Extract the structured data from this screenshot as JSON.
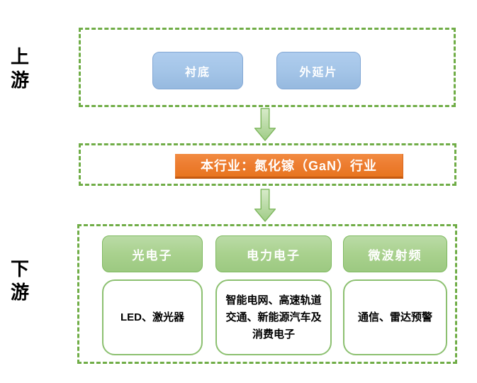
{
  "labels": {
    "upstream": "上游",
    "downstream": "下游"
  },
  "upstream": {
    "items": [
      {
        "label": "衬底"
      },
      {
        "label": "外延片"
      }
    ]
  },
  "industry": {
    "label": "本行业：氮化镓（GaN）行业"
  },
  "downstream": {
    "columns": [
      {
        "header": "光电子",
        "body": "LED、激光器"
      },
      {
        "header": "电力电子",
        "body": "智能电网、高速轨道交通、新能源汽车及消费电子"
      },
      {
        "header": "微波射频",
        "body": "通信、雷达预警"
      }
    ]
  },
  "icons": {
    "flow_arrow": "down-block-arrow"
  },
  "colors": {
    "dashed_border_green": "#70AD47",
    "node_blue_fill": "#A6C9EA",
    "node_green_fill": "#A9D18E",
    "industry_orange_fill": "#ED7D31",
    "arrow_green_fill": "#A9D18E",
    "text_on_color": "#FFFFFF",
    "text_default": "#000000"
  }
}
